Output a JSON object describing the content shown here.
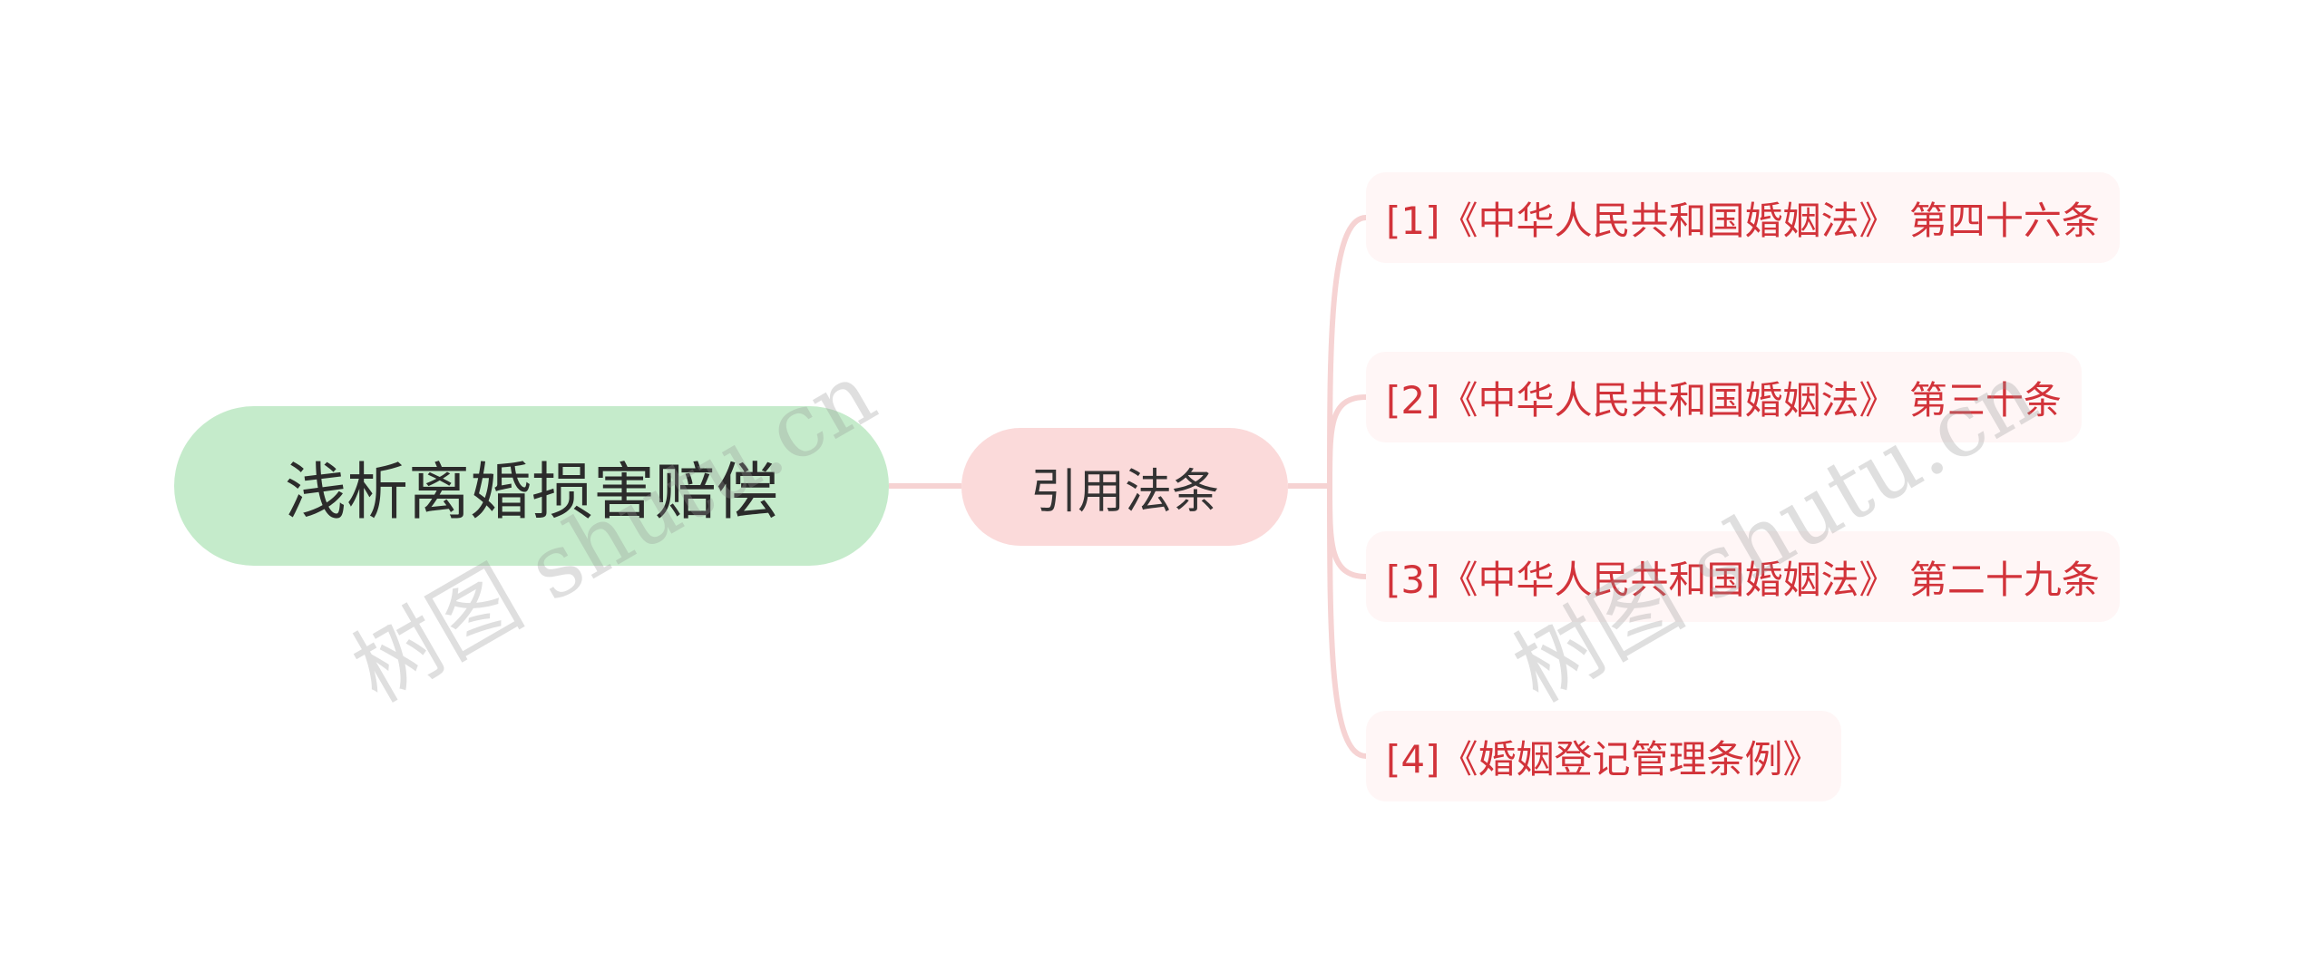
{
  "mindmap": {
    "root": {
      "label": "浅析离婚损害赔偿"
    },
    "branch": {
      "label": "引用法条"
    },
    "leaves": [
      {
        "label": "[1]《中华人民共和国婚姻法》 第四十六条"
      },
      {
        "label": "[2]《中华人民共和国婚姻法》 第三十条"
      },
      {
        "label": "[3]《中华人民共和国婚姻法》 第二十九条"
      },
      {
        "label": "[4]《婚姻登记管理条例》"
      }
    ]
  },
  "watermarks": [
    {
      "text": "树图 shutu.cn"
    },
    {
      "text": "树图 shutu.cn"
    }
  ],
  "colors": {
    "root_fill": "#c5ebcb",
    "branch_fill": "#fbdada",
    "leaf_fill": "#fff6f6",
    "leaf_text": "#d2333a",
    "connector": "#f6d3d3"
  }
}
